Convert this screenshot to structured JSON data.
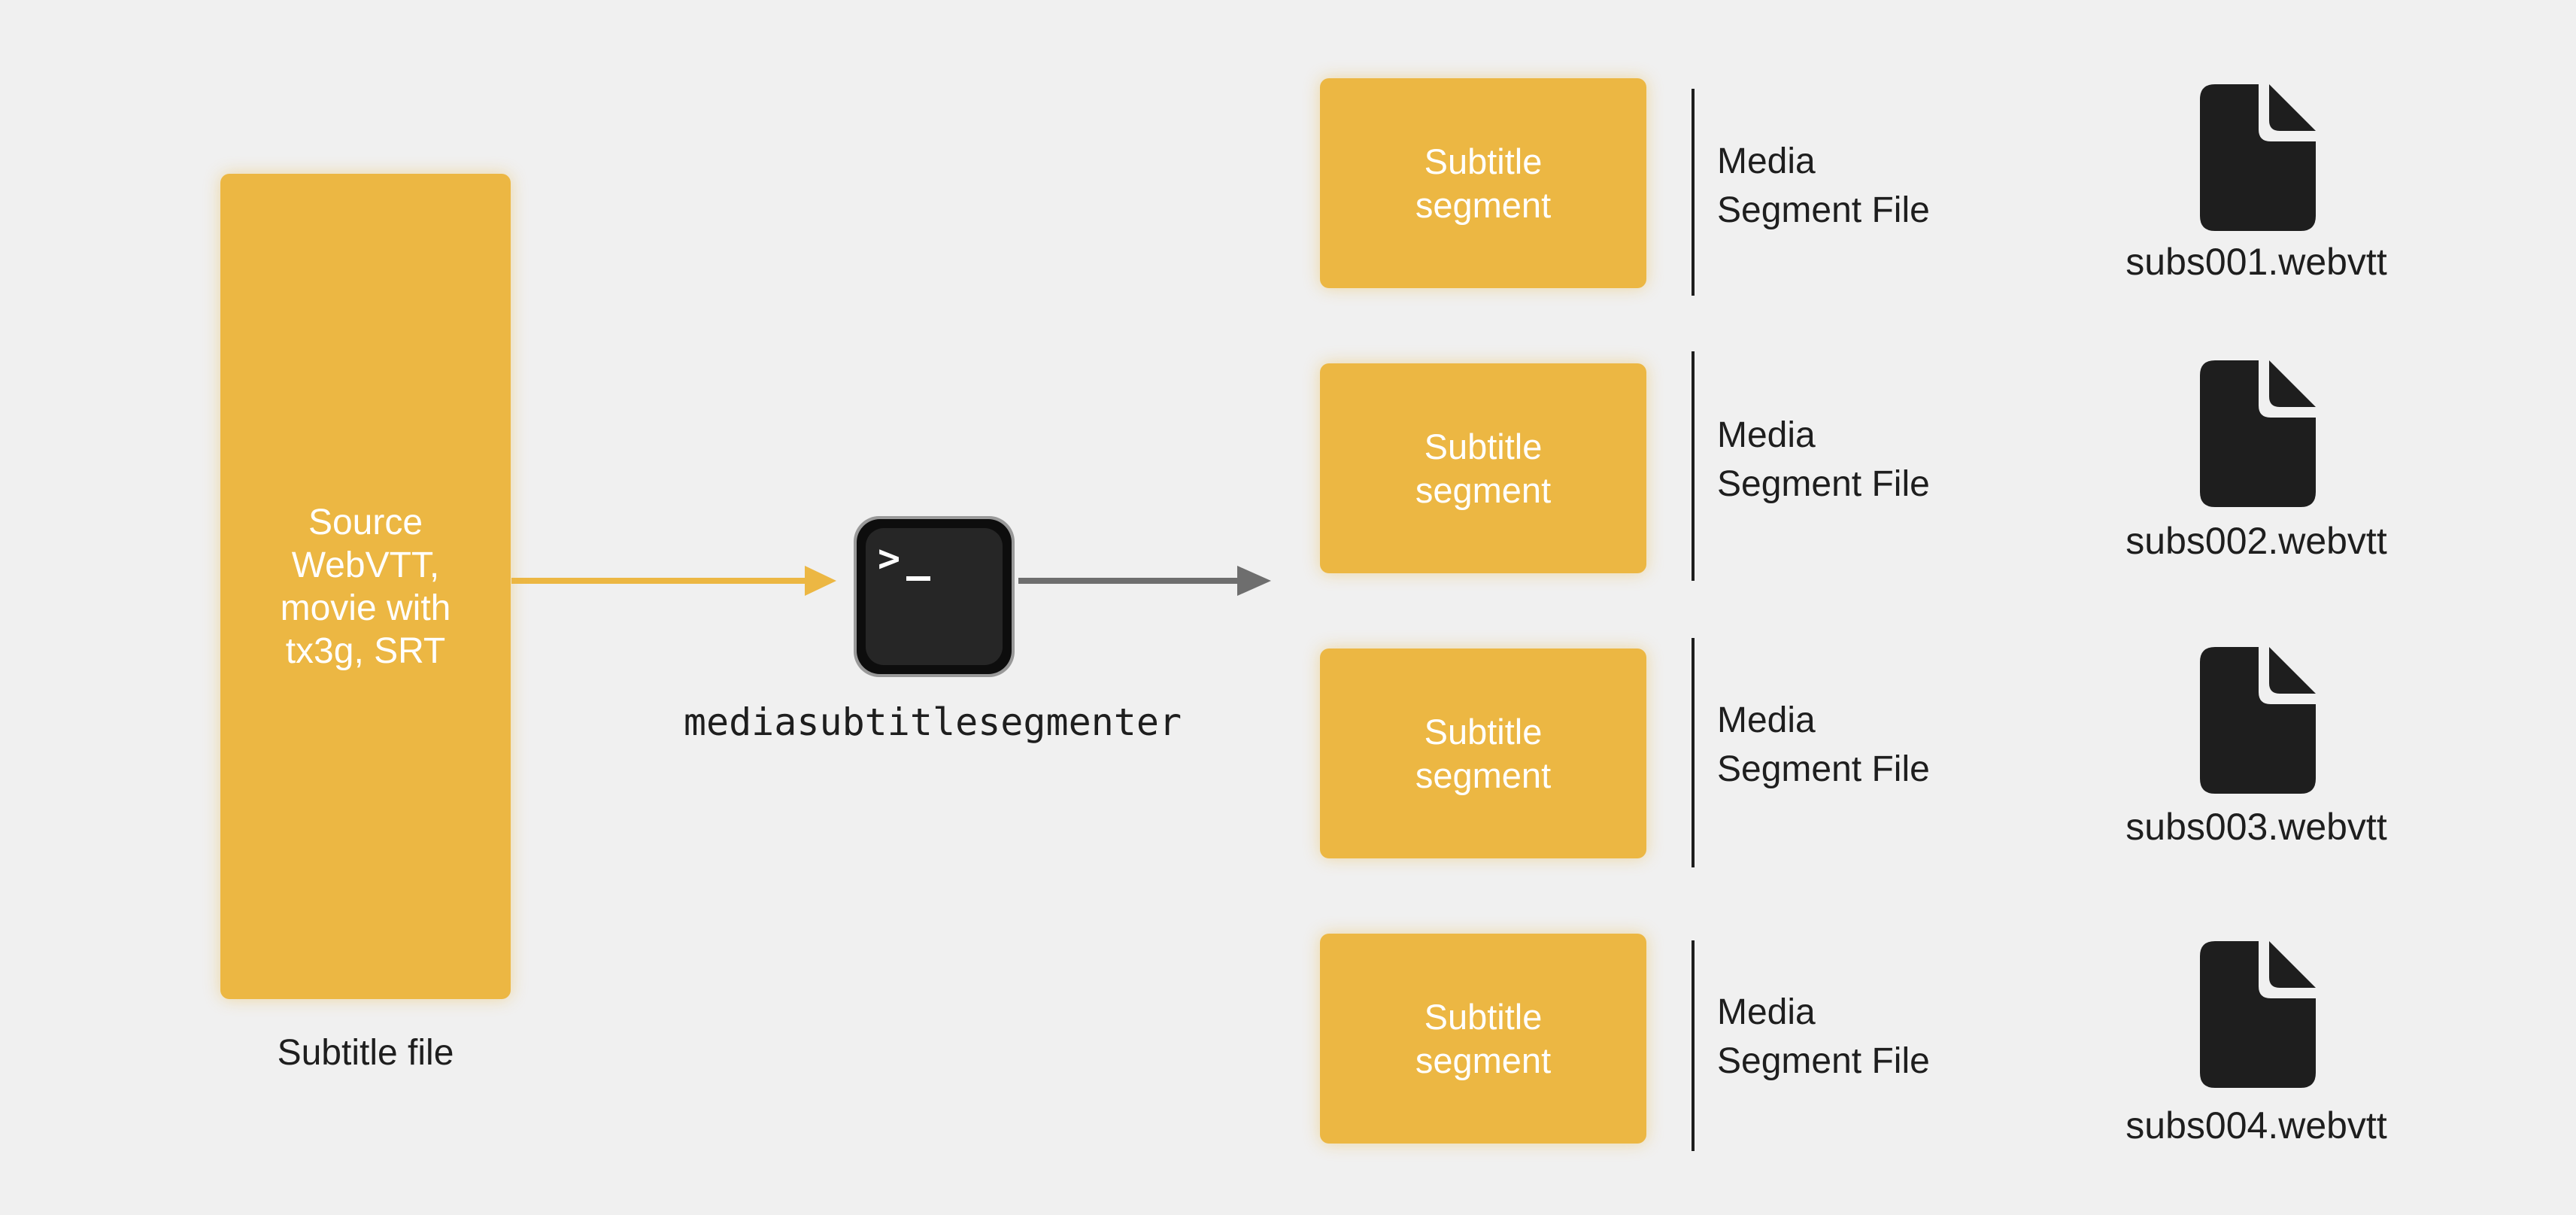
{
  "source": {
    "label": "Source\nWebVTT,\nmovie with\ntx3g, SRT",
    "caption": "Subtitle file"
  },
  "tool": {
    "name": "mediasubtitlesegmenter",
    "icon": "terminal-icon",
    "prompt_glyph": ">_"
  },
  "segments": [
    {
      "box_label": "Subtitle\nsegment",
      "type_label": "Media\nSegment File",
      "file_name": "subs001.webvtt",
      "icon": "document-icon"
    },
    {
      "box_label": "Subtitle\nsegment",
      "type_label": "Media\nSegment File",
      "file_name": "subs002.webvtt",
      "icon": "document-icon"
    },
    {
      "box_label": "Subtitle\nsegment",
      "type_label": "Media\nSegment File",
      "file_name": "subs003.webvtt",
      "icon": "document-icon"
    },
    {
      "box_label": "Subtitle\nsegment",
      "type_label": "Media\nSegment File",
      "file_name": "subs004.webvtt",
      "icon": "document-icon"
    }
  ],
  "colors": {
    "background": "#f0f0f0",
    "accent_yellow": "#ecb743",
    "dark": "#1e1e1e",
    "arrow_gray": "#6e6e6e"
  }
}
